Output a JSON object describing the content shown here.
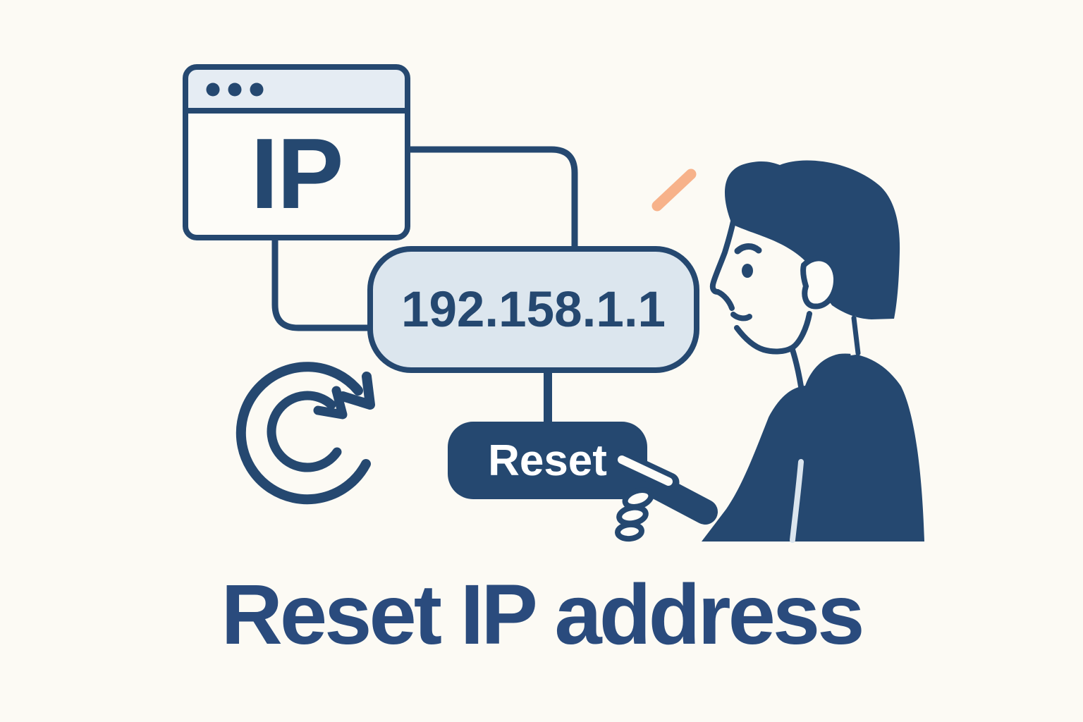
{
  "title": "Reset IP address",
  "browser_window": {
    "label": "IP",
    "window_dots_count": 3
  },
  "ip_pill": {
    "value": "192.158.1.1"
  },
  "reset_button": {
    "label": "Reset"
  },
  "icons": {
    "refresh": "double-circular-clockwise-arrows",
    "window_dots": "window-control-dots"
  },
  "person": {
    "description": "man in profile pointing at reset button"
  },
  "colors": {
    "navy": "#254870",
    "title_navy": "#2a4b7d",
    "pill_fill": "#dce6ee",
    "header_fill": "#e5ecf3",
    "background": "#fcfaf4",
    "window_body": "#fdfcf8",
    "accent_orange": "#f7b28a",
    "button_text": "#ffffff"
  }
}
